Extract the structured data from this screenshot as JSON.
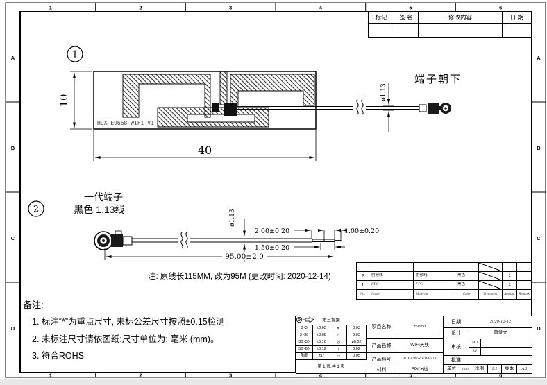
{
  "sheet": {
    "zones_h": [
      "1",
      "2",
      "3",
      "4",
      "5",
      "6"
    ],
    "zones_v": [
      "A",
      "B",
      "C",
      "D"
    ]
  },
  "revision_table": {
    "col_mark": "标记",
    "col_sign": "签 名",
    "col_content": "修改内容",
    "col_date": "日 期"
  },
  "view1": {
    "balloon": "1",
    "board_label": "HDX-E9668-WIFI-V1",
    "dim_height": "10",
    "dim_width": "40",
    "dim_diameter": "ø1.13",
    "terminal_note": "端子朝下"
  },
  "view2": {
    "balloon": "2",
    "label_line1": "一代端子",
    "label_line2": "黑色 1.13线",
    "dim_diameter": "ø1.13",
    "dim_strip_outer": "2.00±0.20",
    "dim_tip": "1.00±0.20",
    "dim_strip_inner": "1.50±0.20",
    "dim_length": "95.00±2.0",
    "change_note": "注: 原线长115MM, 改为95M (更改时间: 2020-12-14)"
  },
  "notes": {
    "title": "备注:",
    "item1": "1. 标注“*”为重点尺寸, 未标公差尺寸按照±0.15检测",
    "item2": "2. 未标注尺寸请依图纸;尺寸单位为: 毫米 (mm)。",
    "item3": "3. 符合ROHS"
  },
  "parts_table": {
    "headers": {
      "no": "No.",
      "name": "Name",
      "material": "Material",
      "color": "Color",
      "treatment": "Treatment",
      "amount": "Amount",
      "remark": "Remark"
    },
    "rows": [
      {
        "no": "2",
        "name": "射频线",
        "material": "射频线",
        "color": "黑色",
        "amount": "1"
      },
      {
        "no": "1",
        "name": "FPC",
        "material": "FPC",
        "color": "黑色",
        "amount": "1"
      }
    ]
  },
  "title_block": {
    "projection": "第三视角",
    "tol_rows": [
      {
        "range": "0~3",
        "tol": "±0.05",
        "sym": "⌖",
        "val": "0.03"
      },
      {
        "range": "3~30",
        "tol": "±0.08",
        "sym": "○",
        "val": "0.03"
      },
      {
        "range": "30~50",
        "tol": "±0.10",
        "sym": "◎",
        "val": "ø0.02"
      },
      {
        "range": "50~80",
        "tol": "±0.12",
        "sym": "⊥",
        "val": "0.02"
      },
      {
        "range": "角度",
        "tol": "±1°",
        "sym": "▱",
        "val": "0.05"
      }
    ],
    "page_info": "第 1 页,共 1 页",
    "project_label": "项目名称",
    "project": "E9668",
    "product_label": "产品名称",
    "product": "WIFI天线",
    "part_no_label": "产品料号",
    "part_no": "HDX-E9668-WIFI-V1.0",
    "material_label": "材料",
    "material": "FPC+线",
    "date_label": "日期",
    "date": "2020-12-12",
    "design_label": "设计",
    "designer": "曾俊文",
    "audit_label": "审核",
    "audit_md": "MD",
    "audit_rf": "RF",
    "approve_label": "批准",
    "unit_label": "单位",
    "unit": "mm",
    "scale_label": "比例",
    "scale": "1:1",
    "version_label": "版本",
    "version": "A.1"
  }
}
